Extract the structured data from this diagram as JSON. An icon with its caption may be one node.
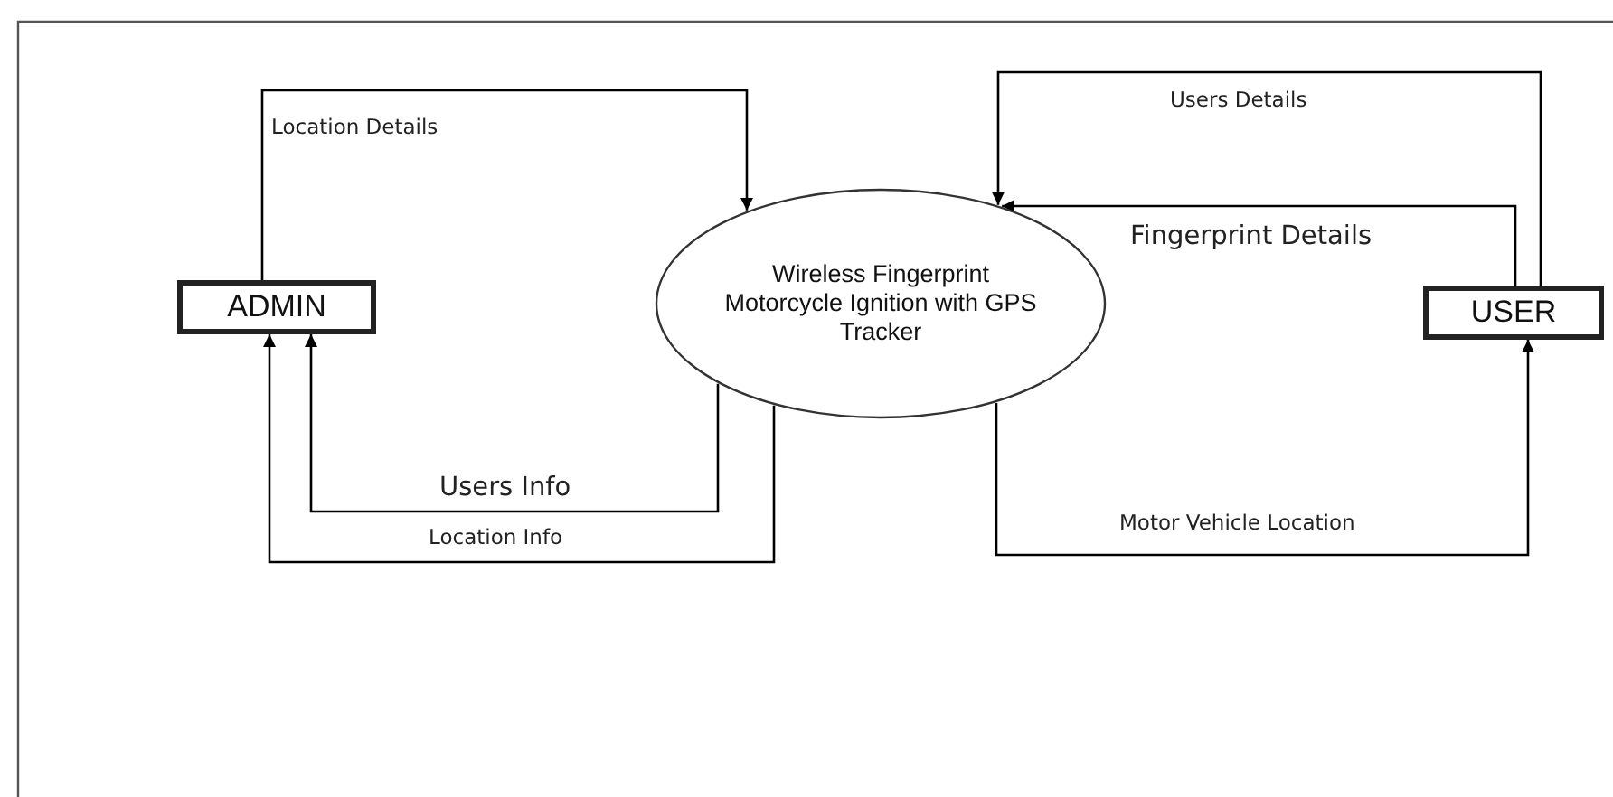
{
  "diagram": {
    "nodes": [
      {
        "text": [
          "ADMIN"
        ]
      },
      {
        "text": [
          "Wireless Fingerprint Motorcycle Ignition with GPS Tracker"
        ]
      },
      {
        "text": [
          "USER"
        ]
      }
    ],
    "edges": [
      {
        "from": 0,
        "to": 1,
        "arrow": "to",
        "label": "Location Details"
      },
      {
        "from": 2,
        "to": 1,
        "arrow": "to",
        "label": "Users Details"
      },
      {
        "from": 2,
        "to": 1,
        "arrow": "to",
        "label": "Fingerprint Details"
      },
      {
        "from": 1,
        "to": 2,
        "arrow": "to",
        "label": "Motor Vehicle Location"
      },
      {
        "from": 1,
        "to": 0,
        "arrow": "to",
        "label": "Users Info"
      },
      {
        "from": 1,
        "to": 0,
        "arrow": "to",
        "label": "Location Info"
      }
    ]
  }
}
